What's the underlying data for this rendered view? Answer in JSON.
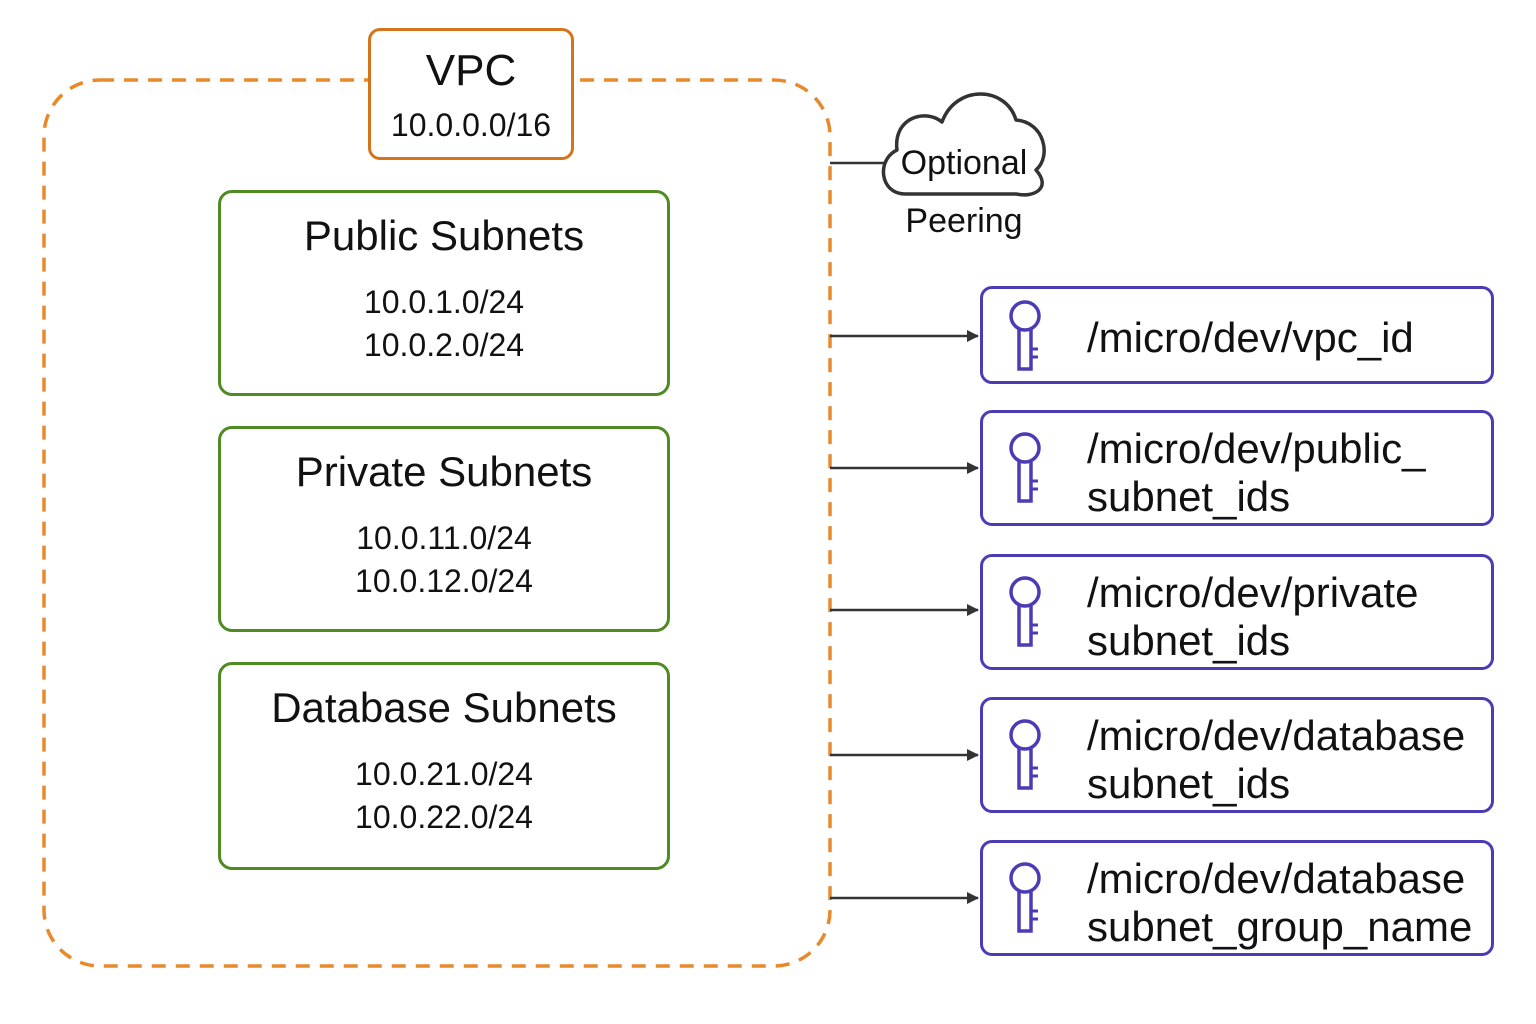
{
  "vpc": {
    "title": "VPC",
    "cidr": "10.0.0.0/16"
  },
  "subnets": [
    {
      "title": "Public Subnets",
      "cidrs": [
        "10.0.1.0/24",
        "10.0.2.0/24"
      ]
    },
    {
      "title": "Private Subnets",
      "cidrs": [
        "10.0.11.0/24",
        "10.0.12.0/24"
      ]
    },
    {
      "title": "Database Subnets",
      "cidrs": [
        "10.0.21.0/24",
        "10.0.22.0/24"
      ]
    }
  ],
  "peering": {
    "cloud_label": "Optional",
    "label": "Peering"
  },
  "parameters": [
    {
      "lines": [
        "/micro/dev/vpc_id"
      ],
      "icon": "key-icon"
    },
    {
      "lines": [
        "/micro/dev/public_",
        "subnet_ids"
      ],
      "icon": "key-icon"
    },
    {
      "lines": [
        "/micro/dev/private",
        "subnet_ids"
      ],
      "icon": "key-icon"
    },
    {
      "lines": [
        "/micro/dev/database",
        "subnet_ids"
      ],
      "icon": "key-icon"
    },
    {
      "lines": [
        "/micro/dev/database",
        "subnet_group_name"
      ],
      "icon": "key-icon"
    }
  ],
  "colors": {
    "vpc_border": "#d6741c",
    "subnet_border": "#4f8a23",
    "parameter_border": "#4b3bb5",
    "connector": "#333333"
  }
}
